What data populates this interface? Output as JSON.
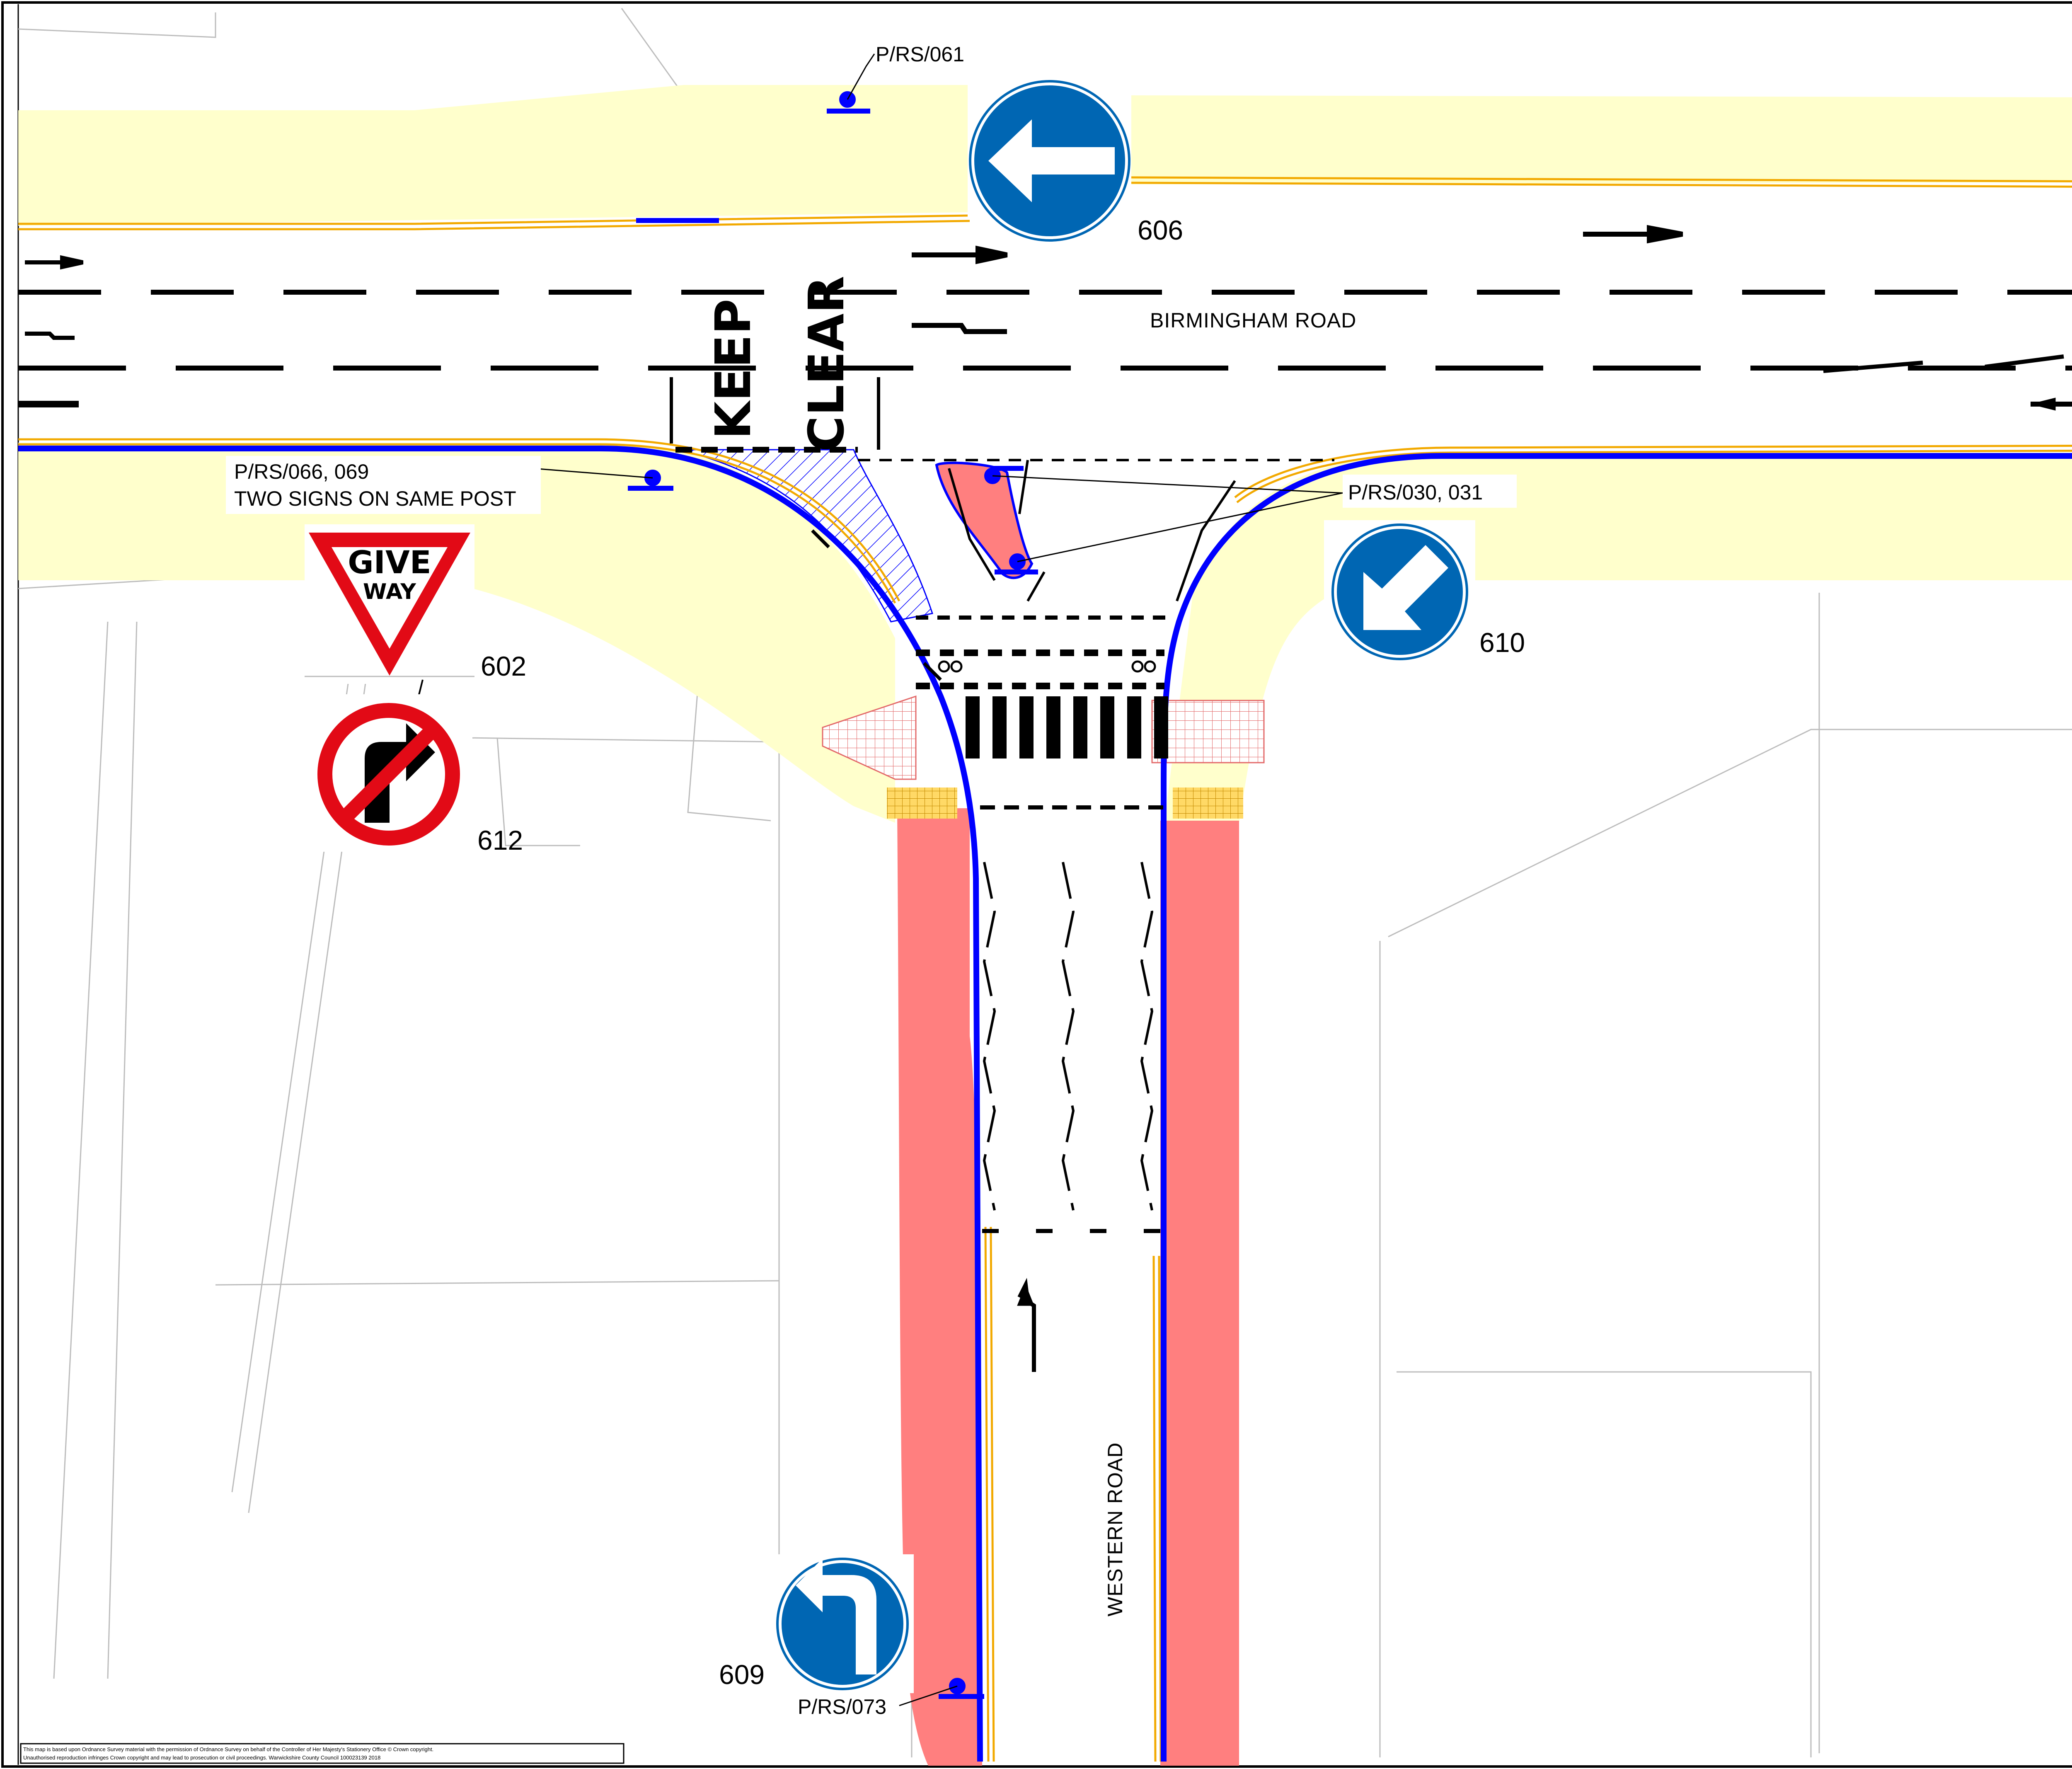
{
  "roads": {
    "main": "BIRMINGHAM ROAD",
    "side": "WESTERN ROAD"
  },
  "markings": {
    "keep": "KEEP",
    "clear": "CLEAR"
  },
  "signs": {
    "s606": {
      "number": "606",
      "meaning": "turn left ahead",
      "icon": "arrow-left-icon"
    },
    "s610": {
      "number": "610",
      "meaning": "keep left",
      "icon": "arrow-down-left-icon"
    },
    "s602": {
      "number": "602",
      "line1": "GIVE",
      "line2": "WAY",
      "icon": "give-way-icon"
    },
    "s612": {
      "number": "612",
      "meaning": "no right turn",
      "icon": "no-right-turn-icon"
    },
    "s609": {
      "number": "609",
      "meaning": "turn left",
      "icon": "turn-left-icon"
    }
  },
  "posts": {
    "p061": "P/RS/061",
    "p066_line1": "P/RS/066, 069",
    "p066_line2": "TWO SIGNS ON SAME POST",
    "p030": "P/RS/030, 031",
    "p073": "P/RS/073"
  },
  "copyright": {
    "line1": "This map is based upon Ordnance Survey material with the permission of Ordnance Survey on behalf of the Controller of Her Majesty's Stationery Office © Crown copyright.",
    "line2": "Unauthorised reproduction infringes Crown copyright and may lead to prosecution or civil proceedings.  Warwickshire County Council 100023139 2018"
  },
  "colors": {
    "footway": "#ffffcc",
    "buildout": "#ff7f7f",
    "kerb_line": "#0000ff",
    "restriction": "#f2a900",
    "sign_blue": "#0066b3",
    "sign_red": "#e20a16"
  }
}
